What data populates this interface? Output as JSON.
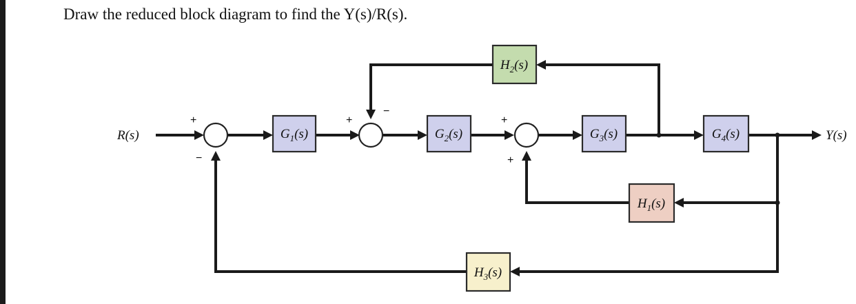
{
  "question": "Draw the reduced block diagram to find the Y(s)/R(s).",
  "signals": {
    "input": "R(s)",
    "output": "Y(s)"
  },
  "blocks": {
    "g1": {
      "base": "G",
      "sub": "1",
      "arg": "(s)",
      "color": "#cfd0ec"
    },
    "g2": {
      "base": "G",
      "sub": "2",
      "arg": "(s)",
      "color": "#cfd0ec"
    },
    "g3": {
      "base": "G",
      "sub": "3",
      "arg": "(s)",
      "color": "#cfd0ec"
    },
    "g4": {
      "base": "G",
      "sub": "4",
      "arg": "(s)",
      "color": "#cfd0ec"
    },
    "h1": {
      "base": "H",
      "sub": "1",
      "arg": "(s)",
      "color": "#eecfc3"
    },
    "h2": {
      "base": "H",
      "sub": "2",
      "arg": "(s)",
      "color": "#c4dcae"
    },
    "h3": {
      "base": "H",
      "sub": "3",
      "arg": "(s)",
      "color": "#f7f0cc"
    }
  },
  "summing_junctions": {
    "s1": {
      "signs": [
        "+",
        "−"
      ]
    },
    "s2": {
      "signs": [
        "+",
        "−"
      ]
    },
    "s3": {
      "signs": [
        "+",
        "+"
      ]
    }
  }
}
